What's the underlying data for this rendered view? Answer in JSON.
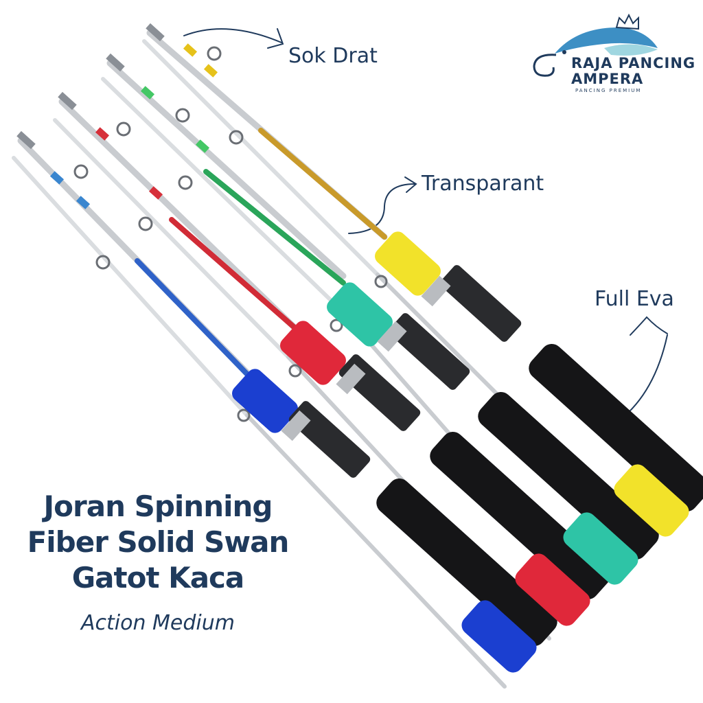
{
  "brand": {
    "name_line1": "RAJA PANCING",
    "name_line2": "AMPERA",
    "tagline": "PANCING PREMIUM",
    "colors": {
      "navy": "#1f3a5c",
      "light_blue": "#3d8fc4",
      "teal": "#9fd6e0"
    }
  },
  "callouts": {
    "sok_drat": "Sok Drat",
    "transparant": "Transparant",
    "full_eva": "Full Eva"
  },
  "product": {
    "title_line1": "Joran Spinning",
    "title_line2": "Fiber Solid Swan",
    "title_line3": "Gatot Kaca",
    "action": "Action Medium"
  },
  "rods": [
    {
      "grip_color": "Blue",
      "hex": "#1b3fd0"
    },
    {
      "grip_color": "Red",
      "hex": "#e0283a"
    },
    {
      "grip_color": "Teal",
      "hex": "#2ec4a6"
    },
    {
      "grip_color": "Yellow",
      "hex": "#f2e22a"
    }
  ]
}
